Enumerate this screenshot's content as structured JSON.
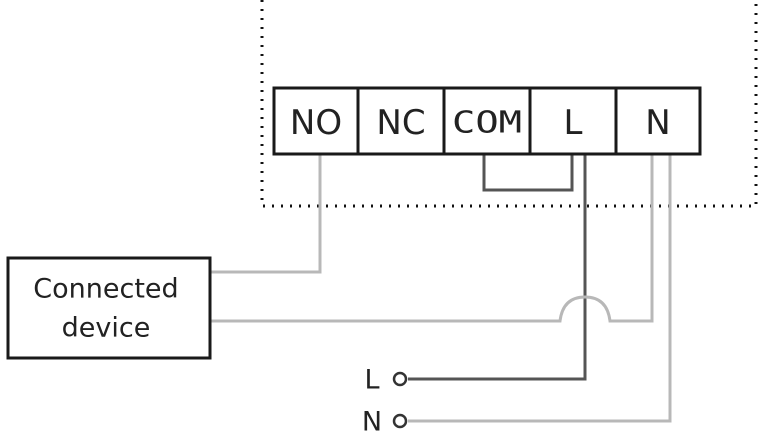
{
  "terminals": [
    {
      "label": "NO"
    },
    {
      "label": "NC"
    },
    {
      "label": "COM"
    },
    {
      "label": "L"
    },
    {
      "label": "N"
    }
  ],
  "device": {
    "line1": "Connected",
    "line2": "device"
  },
  "supply": {
    "live": "L",
    "neutral": "N"
  },
  "colors": {
    "wire_light": "#b8b8b8",
    "wire_dark": "#555555",
    "outline": "#1a1a1a"
  }
}
